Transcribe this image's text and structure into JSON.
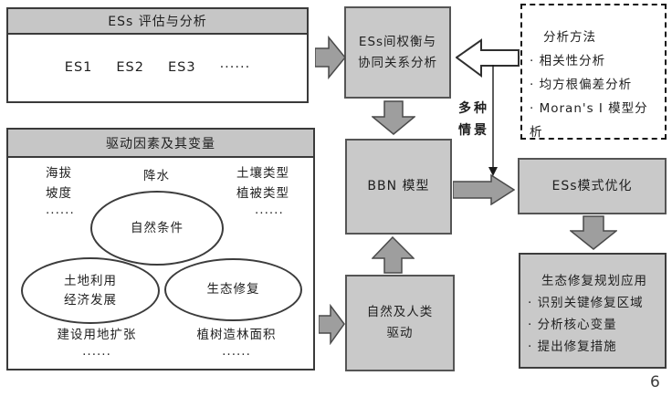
{
  "ess_eval": {
    "title": "ESs 评估与分析",
    "items": [
      "ES1",
      "ES2",
      "ES3",
      "······"
    ]
  },
  "drivers": {
    "title": "驱动因素及其变量",
    "elevation_lines": [
      "海拔",
      "坡度",
      "······"
    ],
    "precipitation": "降水",
    "soil_lines": [
      "土壤类型",
      "植被类型",
      "······"
    ],
    "ellipse_natural": "自然条件",
    "ellipse_landuse_lines": [
      "土地利用",
      "经济发展"
    ],
    "ellipse_restore": "生态修复",
    "construction": "建设用地扩张",
    "construction_more": "······",
    "afforestation": "植树造林面积",
    "afforestation_more": "······"
  },
  "tradeoff_box": {
    "lines": [
      "ESs间权衡与",
      "协同关系分析"
    ]
  },
  "bbn_box": {
    "label": "BBN 模型"
  },
  "nature_human_box": {
    "lines": [
      "自然及人类",
      "驱动"
    ]
  },
  "methods_box": {
    "title": "分析方法",
    "items": [
      "· 相关性分析",
      "· 均方根偏差分析",
      "· Moran's I 模型分析"
    ]
  },
  "scenario_label": {
    "lines": [
      "多种",
      "情景"
    ]
  },
  "opt_box": {
    "label": "ESs模式优化"
  },
  "apply_box": {
    "title": "生态修复规划应用",
    "items": [
      "· 识别关键修复区域",
      "· 分析核心变量",
      "· 提出修复措施"
    ]
  },
  "page_number": "6",
  "colors": {
    "box_fill": "#c9c9c9",
    "header_fill": "#c6c6c6",
    "arrow_fill": "#9e9e9e",
    "border": "#3a3a3a"
  }
}
